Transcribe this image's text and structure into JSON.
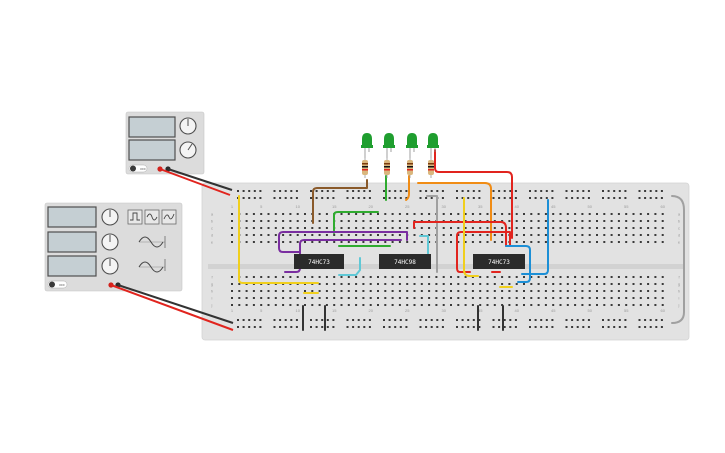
{
  "chips": [
    {
      "label": "74HC73"
    },
    {
      "label": "74HC98"
    },
    {
      "label": "74HC73"
    }
  ],
  "breadboard": {
    "column_numbers": [
      "1",
      "5",
      "10",
      "15",
      "20",
      "25",
      "30",
      "35",
      "40",
      "45",
      "50",
      "55",
      "60"
    ],
    "row_letters_top": [
      "a",
      "b",
      "c",
      "d",
      "e"
    ],
    "row_letters_bottom": [
      "f",
      "g",
      "h",
      "i",
      "j"
    ]
  },
  "power_supply": {
    "off_label": "OFF",
    "port_labels": [
      "+",
      "-"
    ]
  },
  "function_generator": {
    "off_label": "OFF",
    "waveform_icons": [
      "square-wave-icon",
      "triangle-wave-icon",
      "sine-wave-icon"
    ]
  },
  "leds": [
    {
      "color": "#1f9e2f"
    },
    {
      "color": "#1f9e2f"
    },
    {
      "color": "#1f9e2f"
    },
    {
      "color": "#1f9e2f"
    }
  ],
  "colors": {
    "breadboard": "#e2e2e2",
    "wire_red": "#e1241e",
    "wire_black": "#333333",
    "wire_yellow": "#f0cf1d",
    "wire_blue": "#1c8fd6",
    "wire_purple": "#7a2ea0",
    "wire_green": "#2fab2f",
    "wire_orange": "#f08c15",
    "wire_brown": "#8a5a2b",
    "wire_gray": "#a0a0a0",
    "wire_cyan": "#5fc8d6",
    "chip": "#2b2b2b"
  }
}
